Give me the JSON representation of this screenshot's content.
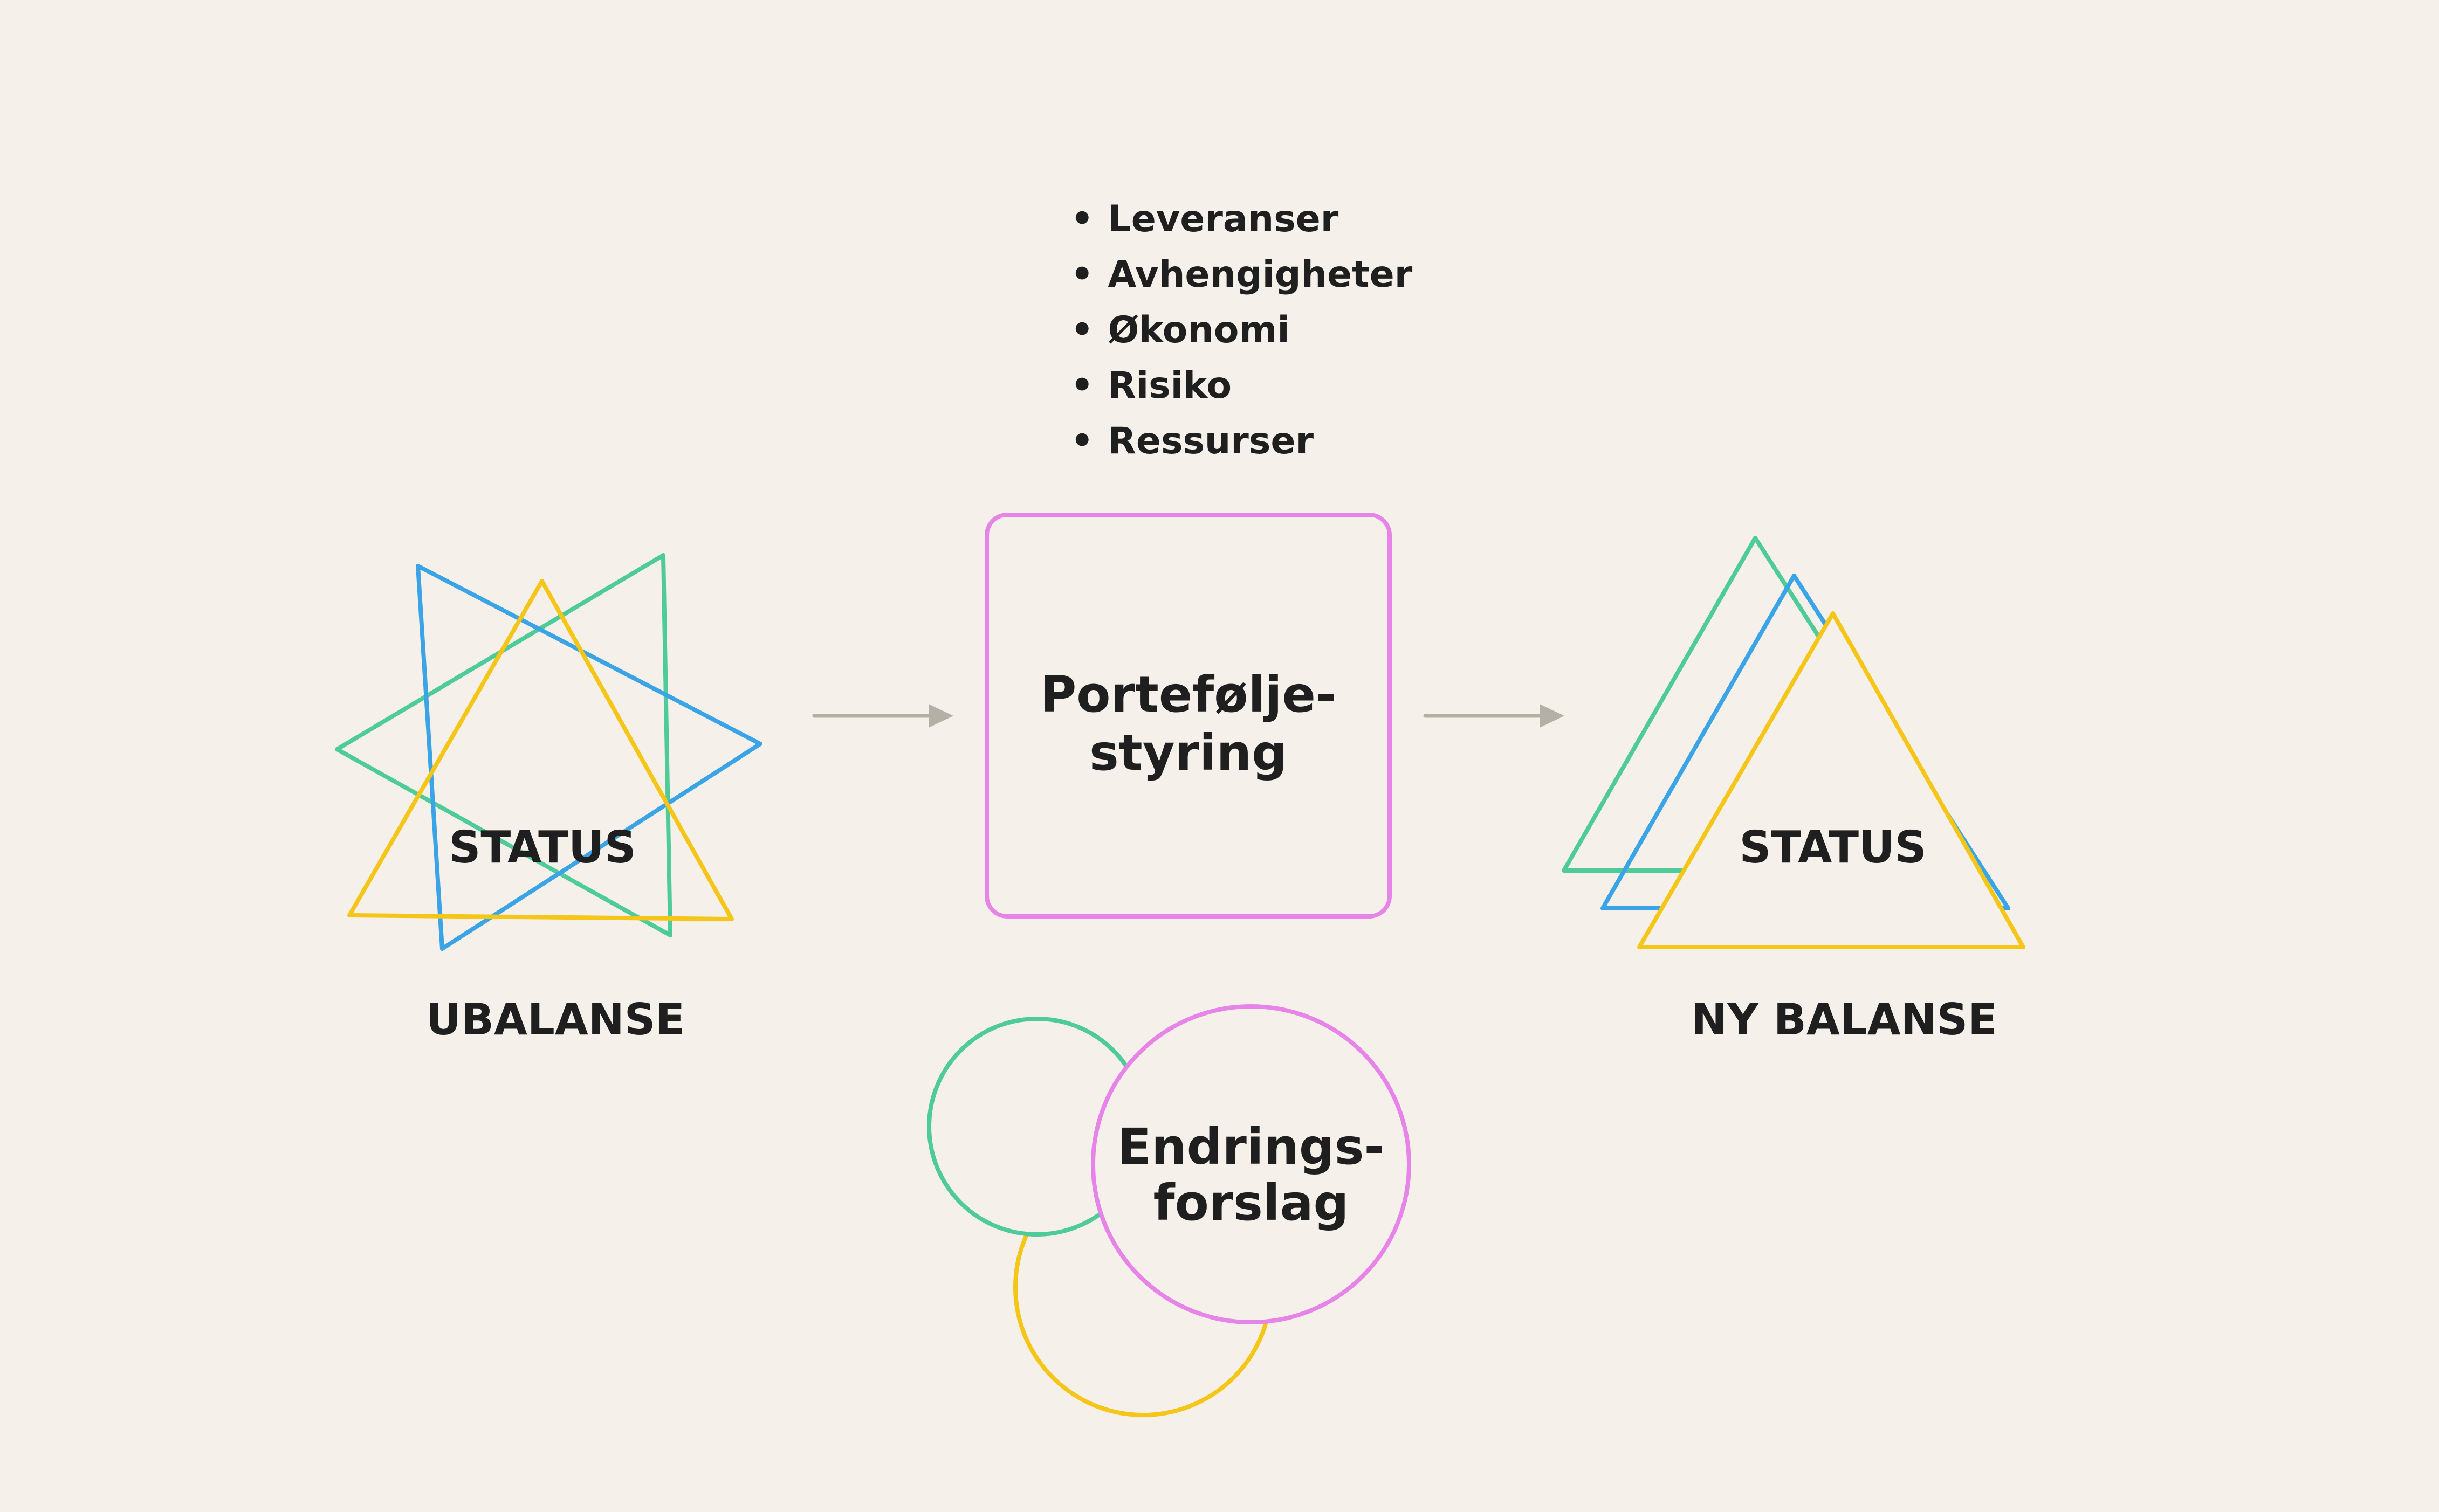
{
  "left": {
    "status": "STATUS",
    "caption": "UBALANSE"
  },
  "center": {
    "box_line1": "Portefølje-",
    "box_line2": "styring",
    "bullets": [
      "Leveranser",
      "Avhengigheter",
      "Økonomi",
      "Risiko",
      "Ressurser"
    ]
  },
  "change": {
    "line1": "Endrings-",
    "line2": "forslag"
  },
  "right": {
    "status": "STATUS",
    "caption": "NY BALANSE"
  },
  "colors": {
    "background": "#f5f1ea",
    "green": "#4ecb98",
    "blue": "#3aa4e6",
    "yellow": "#f5c518",
    "pink": "#e784e8",
    "arrow": "#b5b0a5",
    "text": "#1f1f1f"
  }
}
